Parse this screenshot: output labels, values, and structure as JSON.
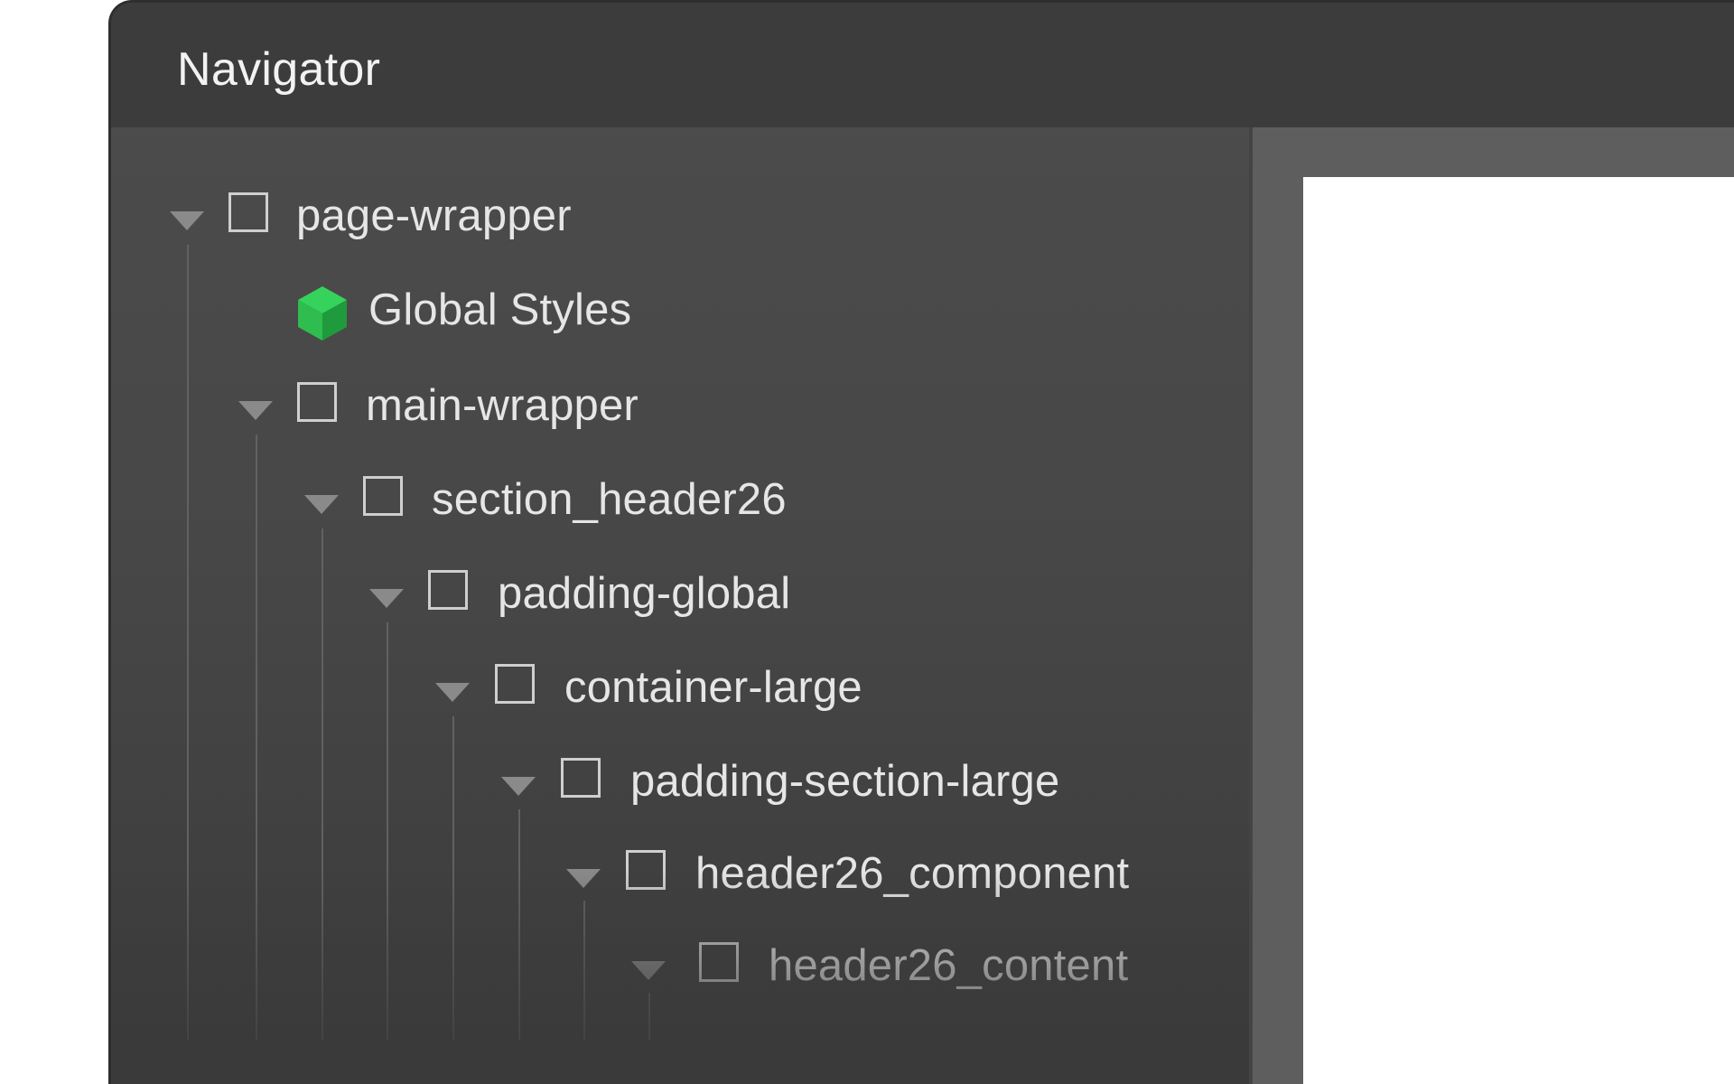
{
  "window": {
    "title": "Navigator"
  },
  "tree": {
    "items": [
      {
        "label": "page-wrapper",
        "icon": "box-outline-icon",
        "expanded": true
      },
      {
        "label": "Global Styles",
        "icon": "cube-icon",
        "icon_color": "#2ebd4e"
      },
      {
        "label": "main-wrapper",
        "icon": "box-outline-icon",
        "expanded": true
      },
      {
        "label": "section_header26",
        "icon": "box-outline-icon",
        "expanded": true
      },
      {
        "label": "padding-global",
        "icon": "box-outline-icon",
        "expanded": true
      },
      {
        "label": "container-large",
        "icon": "box-outline-icon",
        "expanded": true
      },
      {
        "label": "padding-section-large",
        "icon": "box-outline-icon",
        "expanded": true
      },
      {
        "label": "header26_component",
        "icon": "box-outline-icon",
        "expanded": true
      },
      {
        "label": "header26_content",
        "icon": "box-outline-icon",
        "expanded": true
      }
    ]
  },
  "colors": {
    "titlebar": "#3c3c3c",
    "panel": "#4a4a4a",
    "canvas": "#ffffff",
    "accent_green": "#2ebd4e"
  }
}
